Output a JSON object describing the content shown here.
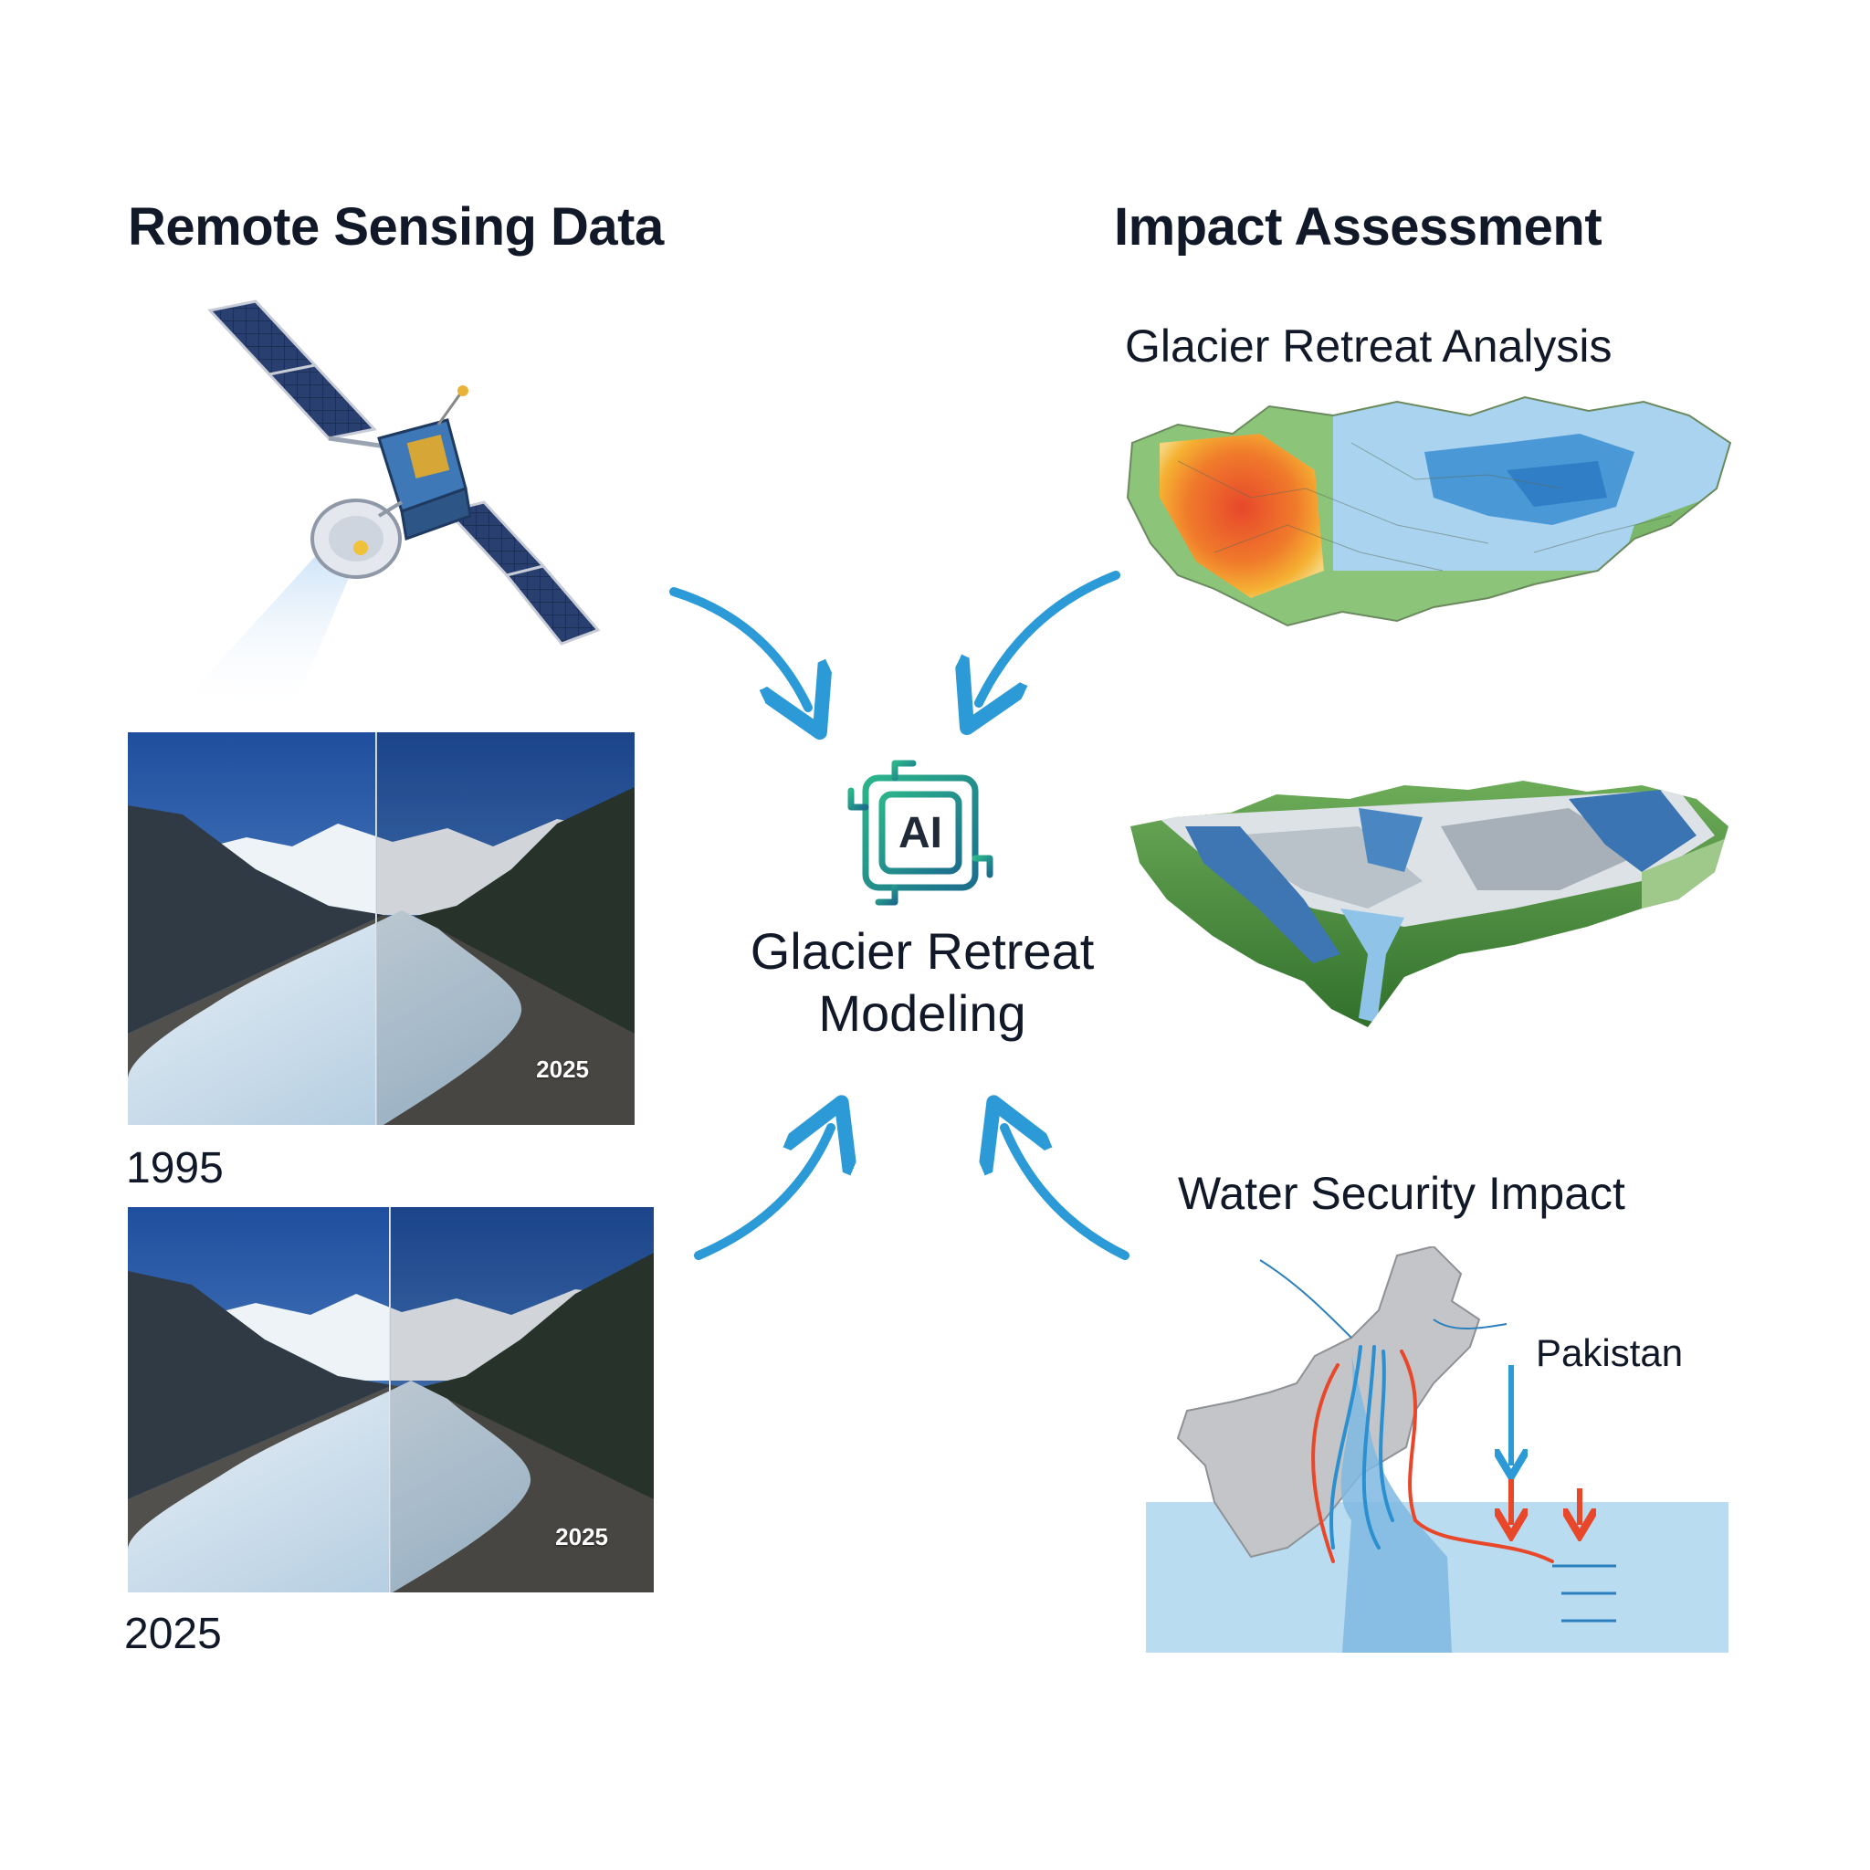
{
  "left": {
    "title": "Remote Sensing Data",
    "photo_top": {
      "year_label": "1995",
      "badge": "2025"
    },
    "photo_bottom": {
      "year_label": "2025",
      "badge": "2025"
    }
  },
  "center": {
    "chip_label": "AI",
    "title_line1": "Glacier Retreat",
    "title_line2": "Modeling"
  },
  "right": {
    "title": "Impact Assessment",
    "map1_title": "Glacier Retreat Analysis",
    "water_title": "Water Security Impact",
    "country_label": "Pakistan"
  },
  "colors": {
    "arrow": "#2b9ad6",
    "accent_green": "#1f9a6e",
    "accent_teal": "#1c6e8c",
    "warning_red": "#e8472a",
    "water_blue": "#b9dcf0"
  },
  "icons": {
    "satellite": "satellite-icon",
    "ai_chip": "ai-chip-icon",
    "arrows": "curved-arrow-icon"
  }
}
